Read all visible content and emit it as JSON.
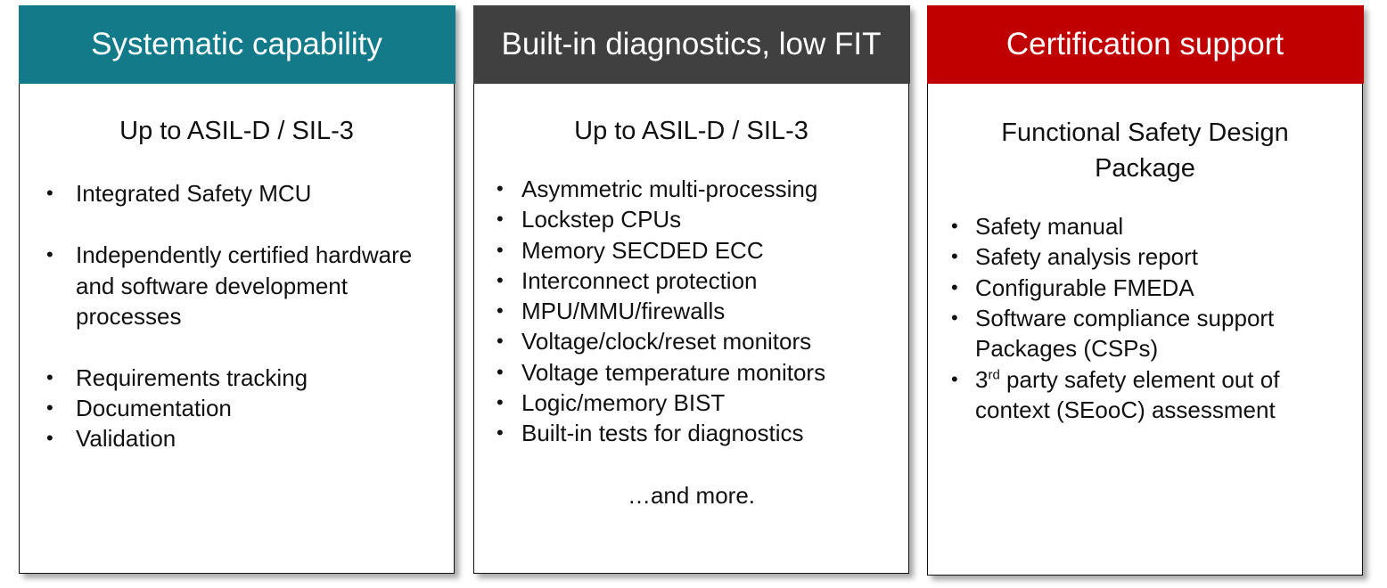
{
  "colors": {
    "col1": "#137A8A",
    "col2": "#404040",
    "col3": "#C00000"
  },
  "columns": [
    {
      "header": "Systematic capability",
      "subtitle": "Up to ASIL-D / SIL-3",
      "items": [
        "Integrated Safety MCU",
        "Independently certified hardware",
        "and software development",
        "processes",
        "Requirements tracking",
        "Documentation",
        "Validation"
      ]
    },
    {
      "header": "Built-in diagnostics, low FIT",
      "subtitle": "Up to ASIL-D / SIL-3",
      "items": [
        "Asymmetric multi-processing",
        "Lockstep CPUs",
        "Memory SECDED ECC",
        "Interconnect protection",
        "MPU/MMU/firewalls",
        "Voltage/clock/reset monitors",
        "Voltage temperature monitors",
        "Logic/memory BIST",
        "Built-in tests for diagnostics"
      ],
      "footer": "…and more."
    },
    {
      "header": "Certification support",
      "subtitle_line1": "Functional Safety Design",
      "subtitle_line2": "Package",
      "items": [
        "Safety manual",
        "Safety analysis report",
        "Configurable FMEDA",
        "Software compliance support",
        "Packages (CSPs)",
        "3",
        "rd",
        " party safety element out of",
        "context (SEooC) assessment"
      ]
    }
  ]
}
